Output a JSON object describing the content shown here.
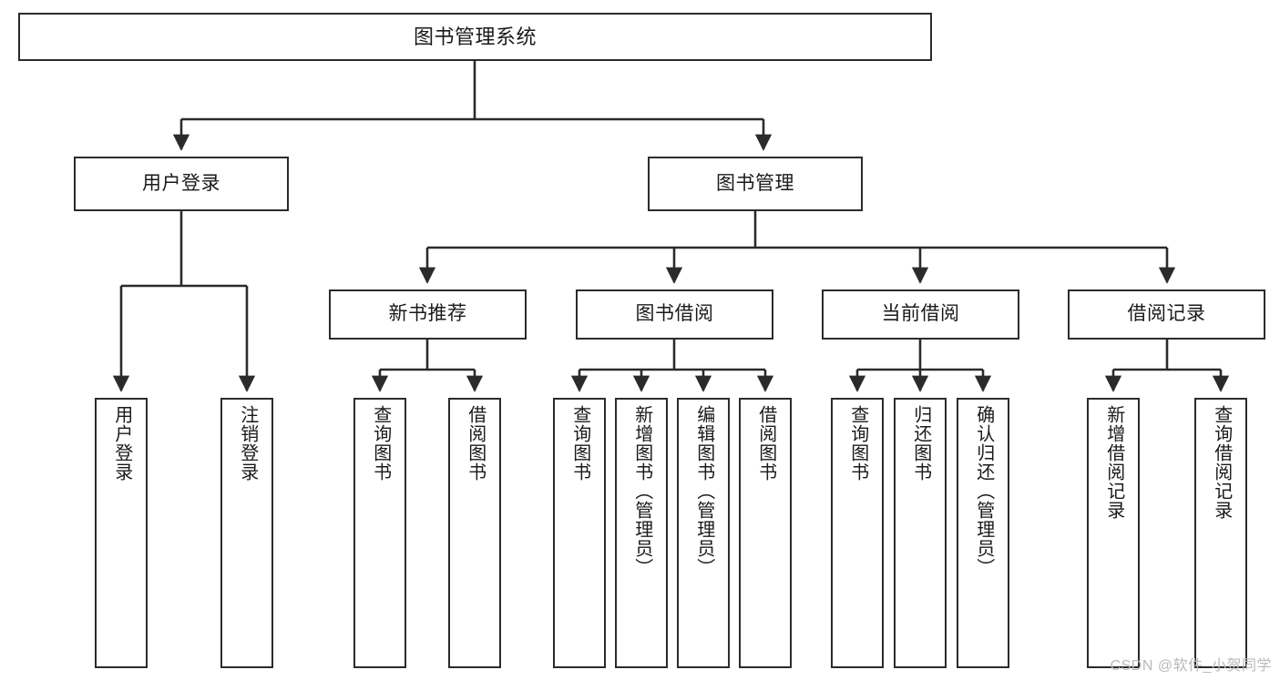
{
  "diagram": {
    "title": "图书管理系统",
    "type": "tree-hierarchy-chart",
    "colors": {
      "box_border": "#2b2b2b",
      "box_fill": "#ffffff",
      "edge": "#2b2b2b",
      "text": "#1a1a1a",
      "watermark": "#b9b9b9",
      "background": "#ffffff"
    },
    "root": {
      "label": "图书管理系统"
    },
    "level2": [
      {
        "label": "用户登录"
      },
      {
        "label": "图书管理"
      }
    ],
    "level3": [
      {
        "label": "新书推荐"
      },
      {
        "label": "图书借阅"
      },
      {
        "label": "当前借阅"
      },
      {
        "label": "借阅记录"
      }
    ],
    "leaves": {
      "user_login": [
        {
          "label": "用户登录"
        },
        {
          "label": "注销登录"
        }
      ],
      "new_book_recommend": [
        {
          "label": "查询图书"
        },
        {
          "label": "借阅图书"
        }
      ],
      "book_borrow": [
        {
          "label": "查询图书"
        },
        {
          "label": "新增图书（管理员）"
        },
        {
          "label": "编辑图书（管理员）"
        },
        {
          "label": "借阅图书"
        }
      ],
      "current_borrow": [
        {
          "label": "查询图书"
        },
        {
          "label": "归还图书"
        },
        {
          "label": "确认归还（管理员）"
        }
      ],
      "borrow_record": [
        {
          "label": "新增借阅记录"
        },
        {
          "label": "查询借阅记录"
        }
      ]
    }
  },
  "watermark": {
    "text": "CSDN @软件_小贺同学"
  }
}
